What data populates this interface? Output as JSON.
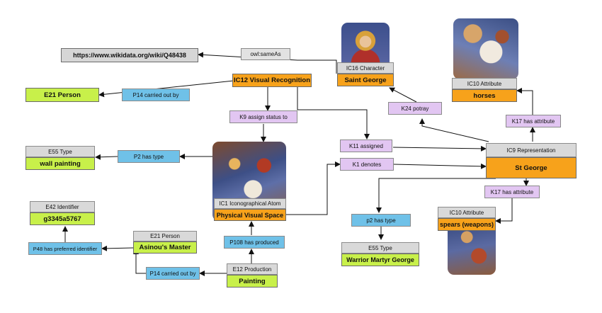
{
  "colors": {
    "class_body_lime": "#c8f04a",
    "class_body_orange": "#f7a21b",
    "relation_purple": "#e2c6f2",
    "relation_blue": "#6fc1e8",
    "header_gray": "#d9d9d9"
  },
  "nodes": {
    "wikidata_url": "https://www.wikidata.org/wiki/Q48438",
    "ic12": "IC12 Visual Recognition",
    "e21_person_top": {
      "type": "",
      "label": "E21 Person"
    },
    "saint_george": {
      "type": "IC16 Character",
      "label": "Saint George"
    },
    "horses": {
      "type": "IC10 Attribute",
      "label": "horses"
    },
    "wall_painting": {
      "type": "E55 Type",
      "label": "wall painting"
    },
    "ic1": {
      "type": "IC1 Iconographical Atom",
      "label": "Physical Visual Space"
    },
    "ic9": {
      "type": "IC9 Representation",
      "label": "St George"
    },
    "identifier": {
      "type": "E42 Identifier",
      "label": "g3345a5767"
    },
    "asinou": {
      "type": "E21 Person",
      "label": "Asinou's Master"
    },
    "painting": {
      "type": "E12 Production",
      "label": "Painting"
    },
    "warrior": {
      "type": "E55 Type",
      "label": "Warrior Martyr George"
    },
    "spears": {
      "type": "IC10 Attribute",
      "label": "spears (weapons)"
    }
  },
  "relations": {
    "owl_sameas": "owl:sameAs",
    "p14_top": "P14 carried out by",
    "k9": "K9 assign status to",
    "k24": "K24 potray",
    "k17_top": "K17 has attribute",
    "p2": "P2 has type",
    "k11": "K11 assigned",
    "k1": "K1 denotes",
    "k17_bottom": "K17 has attribute",
    "p2_lower": "p2 has type",
    "p48": "P48 has preferred identifier",
    "p108": "P108 has produced",
    "p14_bottom": "P14 carried out by"
  }
}
